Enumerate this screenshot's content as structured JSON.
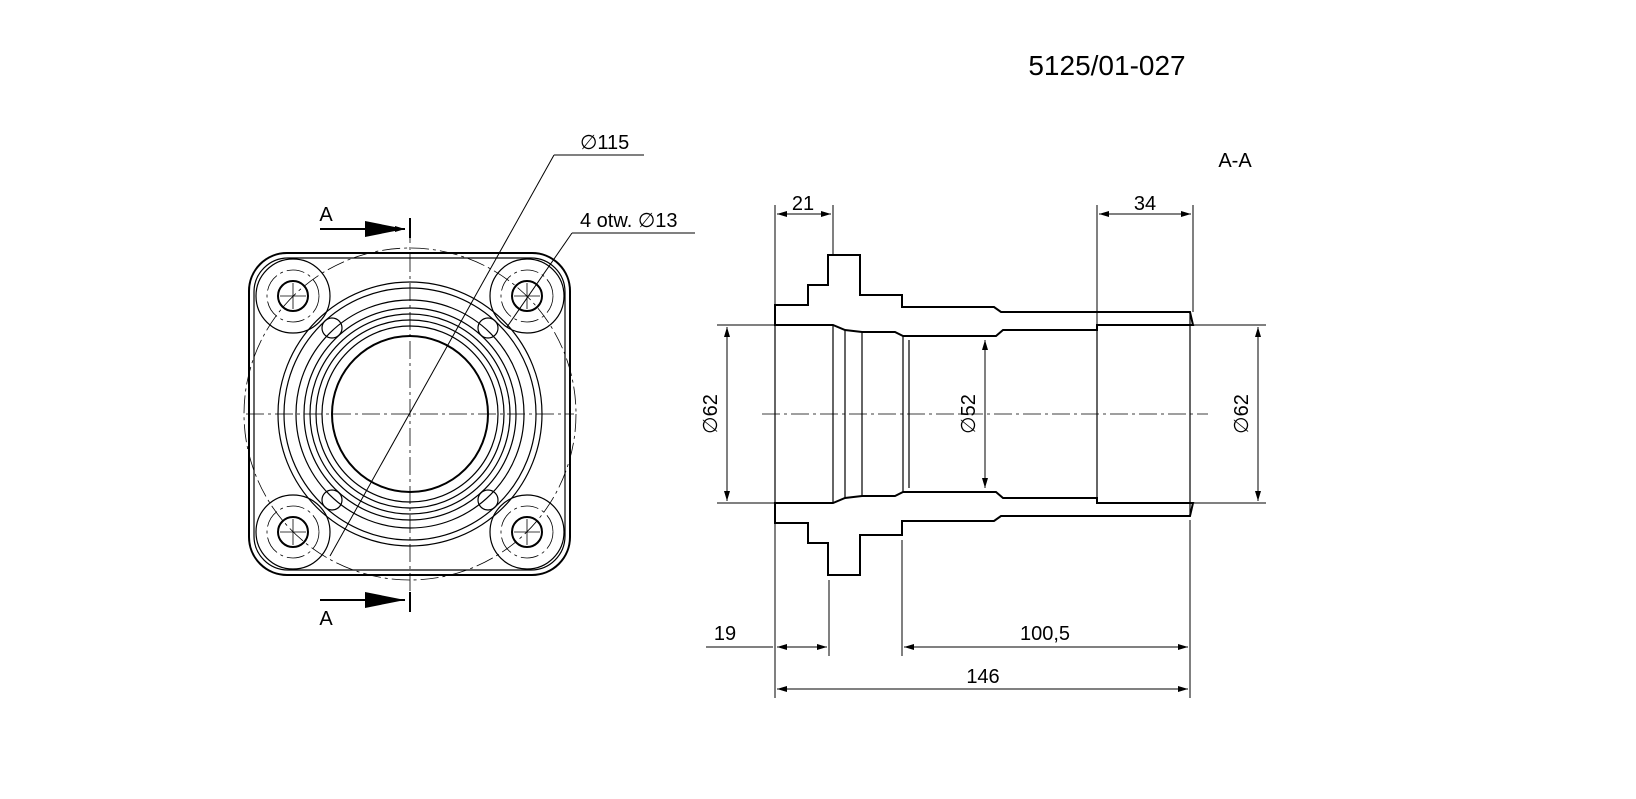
{
  "drawing_number": "5125/01-027",
  "section_label": "A-A",
  "front_view": {
    "section_mark_top": "A",
    "section_mark_bottom": "A",
    "bolt_circle_dim": "∅115",
    "hole_dim": "4 otw. ∅13"
  },
  "section_view": {
    "dim_flange_width": "21",
    "dim_counterbore_length": "34",
    "dim_left_bore": "∅62",
    "dim_mid_bore": "∅52",
    "dim_right_bore": "∅62",
    "dim_face_to_flange": "19",
    "dim_flange_to_end": "100,5",
    "dim_overall_length": "146"
  },
  "colors": {
    "line": "#000000",
    "background": "#ffffff"
  }
}
